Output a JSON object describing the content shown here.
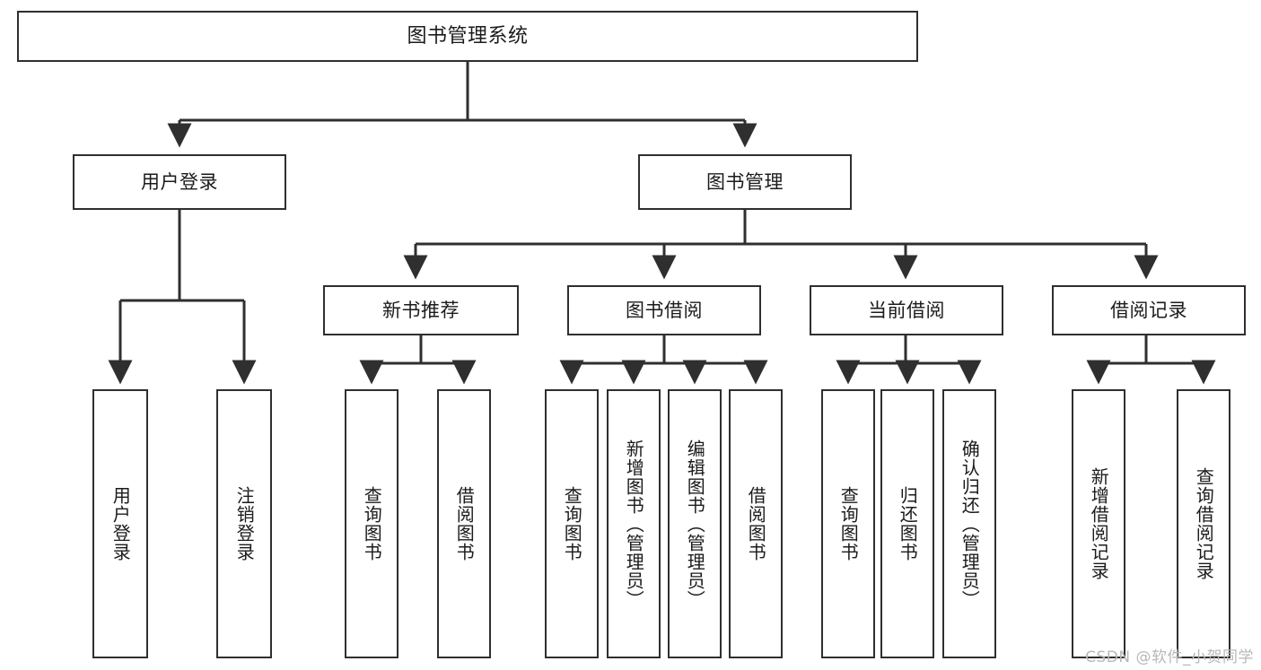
{
  "diagram": {
    "title": "图书管理系统",
    "watermark": "CSDN @软件_小贺同学",
    "line_color": "#2f2f2f",
    "box_fill": "#ffffff",
    "text_color": "#1b1b1b",
    "watermark_color": "#b8b8b8",
    "root": {
      "label": "图书管理系统"
    },
    "level2": [
      {
        "label": "用户登录"
      },
      {
        "label": "图书管理"
      }
    ],
    "level3": [
      {
        "label": "新书推荐"
      },
      {
        "label": "图书借阅"
      },
      {
        "label": "当前借阅"
      },
      {
        "label": "借阅记录"
      }
    ],
    "leaves": {
      "user_login": [
        {
          "label": "用户登录"
        },
        {
          "label": "注销登录"
        }
      ],
      "new_book_recommend": [
        {
          "label": "查询图书"
        },
        {
          "label": "借阅图书"
        }
      ],
      "book_borrow": [
        {
          "label": "查询图书"
        },
        {
          "label": "新增图书（管理员）"
        },
        {
          "label": "编辑图书（管理员）"
        },
        {
          "label": "借阅图书"
        }
      ],
      "current_borrow": [
        {
          "label": "查询图书"
        },
        {
          "label": "归还图书"
        },
        {
          "label": "确认归还（管理员）"
        }
      ],
      "borrow_record": [
        {
          "label": "新增借阅记录"
        },
        {
          "label": "查询借阅记录"
        }
      ]
    }
  }
}
